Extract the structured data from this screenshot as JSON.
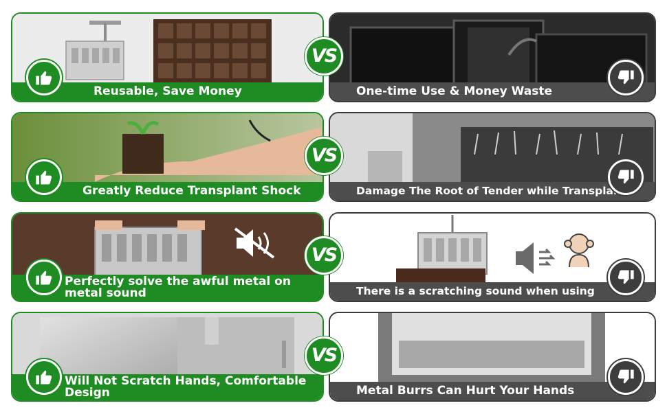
{
  "vs_label": "VS",
  "rows": [
    {
      "pro": "Reusable, Save Money",
      "con": "One-time Use & Money Waste"
    },
    {
      "pro": "Greatly Reduce Transplant Shock",
      "con": "Damage The Root of Tender while  Transplant"
    },
    {
      "pro": "Perfectly solve the awful metal on metal sound",
      "con": "There is a scratching sound  when  using"
    },
    {
      "pro": "Will Not Scratch Hands, Comfortable Design",
      "con": "Metal Burrs Can Hurt Your Hands"
    }
  ],
  "icons": {
    "pro": "thumbs-up-icon",
    "con": "thumbs-down-icon",
    "mute": "muted-speaker-icon",
    "loud": "loud-speaker-icon"
  },
  "colors": {
    "pro_green": "#1e8c23",
    "con_gray": "#4d4d4d"
  }
}
